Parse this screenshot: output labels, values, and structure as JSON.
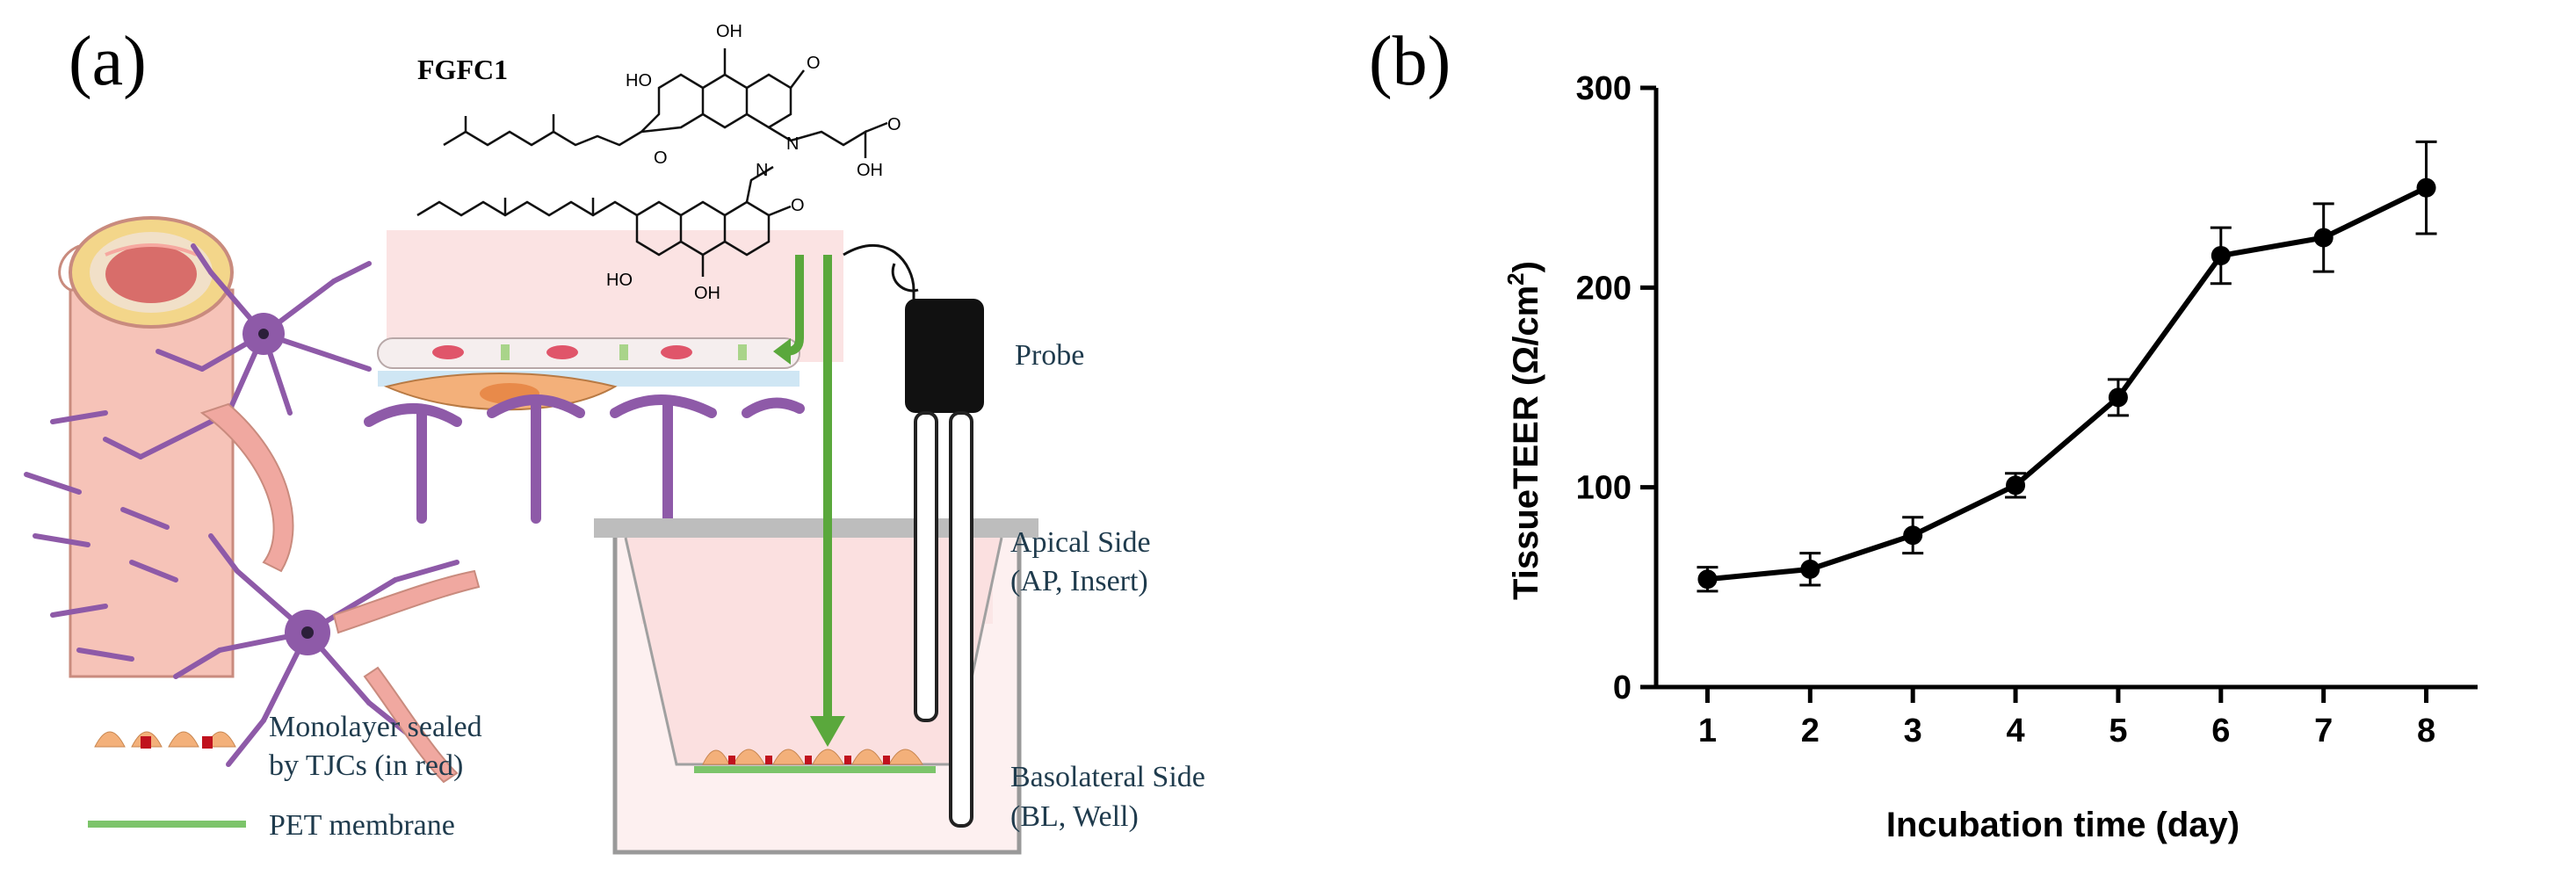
{
  "figure": {
    "panel_a": {
      "label": "(a)",
      "compound": "FGFC1",
      "labels": {
        "probe": "Probe",
        "apical_1": "Apical Side",
        "apical_2": "(AP, Insert)",
        "basolateral_1": "Basolateral Side",
        "basolateral_2": "(BL, Well)"
      },
      "legend": {
        "monolayer_1": "Monolayer sealed",
        "monolayer_2": "by TJCs (in red)",
        "pet": "PET membrane"
      },
      "chem": {
        "oh": "OH",
        "ho": "HO",
        "n": "N",
        "o": "O"
      },
      "colors": {
        "vessel": "#f6c3b8",
        "neuron": "#8e5aa8",
        "membrane_green": "#7cc46a",
        "arrow_green": "#5aa83c",
        "tjc_red": "#c0121e",
        "cell_orange": "#f3b07a",
        "probe_black": "#111111"
      }
    },
    "panel_b": {
      "label": "(b)"
    }
  },
  "chart_data": {
    "type": "line",
    "xlabel": "Incubation time (day)",
    "ylabel_main": "TissueTEER (Ω/cm",
    "ylabel_sup": "2",
    "ylabel_end": ")",
    "x": [
      1,
      2,
      3,
      4,
      5,
      6,
      7,
      8
    ],
    "xlim": [
      0.5,
      8.5
    ],
    "ylim": [
      0,
      300
    ],
    "yticks": [
      0,
      100,
      200,
      300
    ],
    "series": [
      {
        "values": [
          54,
          59,
          76,
          101,
          145,
          216,
          225,
          250
        ],
        "errors": [
          6,
          8,
          9,
          6,
          9,
          14,
          17,
          23
        ]
      }
    ],
    "color": "#000000",
    "grid": false
  }
}
